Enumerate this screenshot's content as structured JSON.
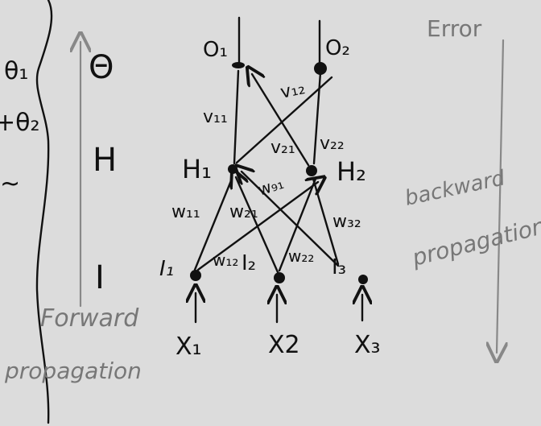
{
  "left_margin": {
    "theta1": "θ₁",
    "theta2_fragment": "+θ₂",
    "tilde_fragment": "~"
  },
  "layer_labels": {
    "output": "Θ",
    "hidden": "H",
    "input": "I"
  },
  "forward": {
    "line1": "Forward",
    "line2": "propagation"
  },
  "backward": {
    "title": "Error",
    "line1": "backward",
    "line2": "propagation"
  },
  "nodes": {
    "o1": "O₁",
    "o2": "O₂",
    "h1": "H₁",
    "h2": "H₂",
    "i1": "I₁",
    "i2": "I₂",
    "i3": "I₃"
  },
  "inputs": {
    "x1": "X₁",
    "x2": "X2",
    "x3": "X₃"
  },
  "weights": {
    "v11": "v₁₁",
    "v12": "v₁₂",
    "v21": "v₂₁",
    "v22": "v₂₂",
    "w11": "w₁₁",
    "w21": "w₂₁",
    "w91": "w₉₁",
    "w12": "w₁₂",
    "w22": "w₂₂",
    "w32": "w₃₂"
  }
}
